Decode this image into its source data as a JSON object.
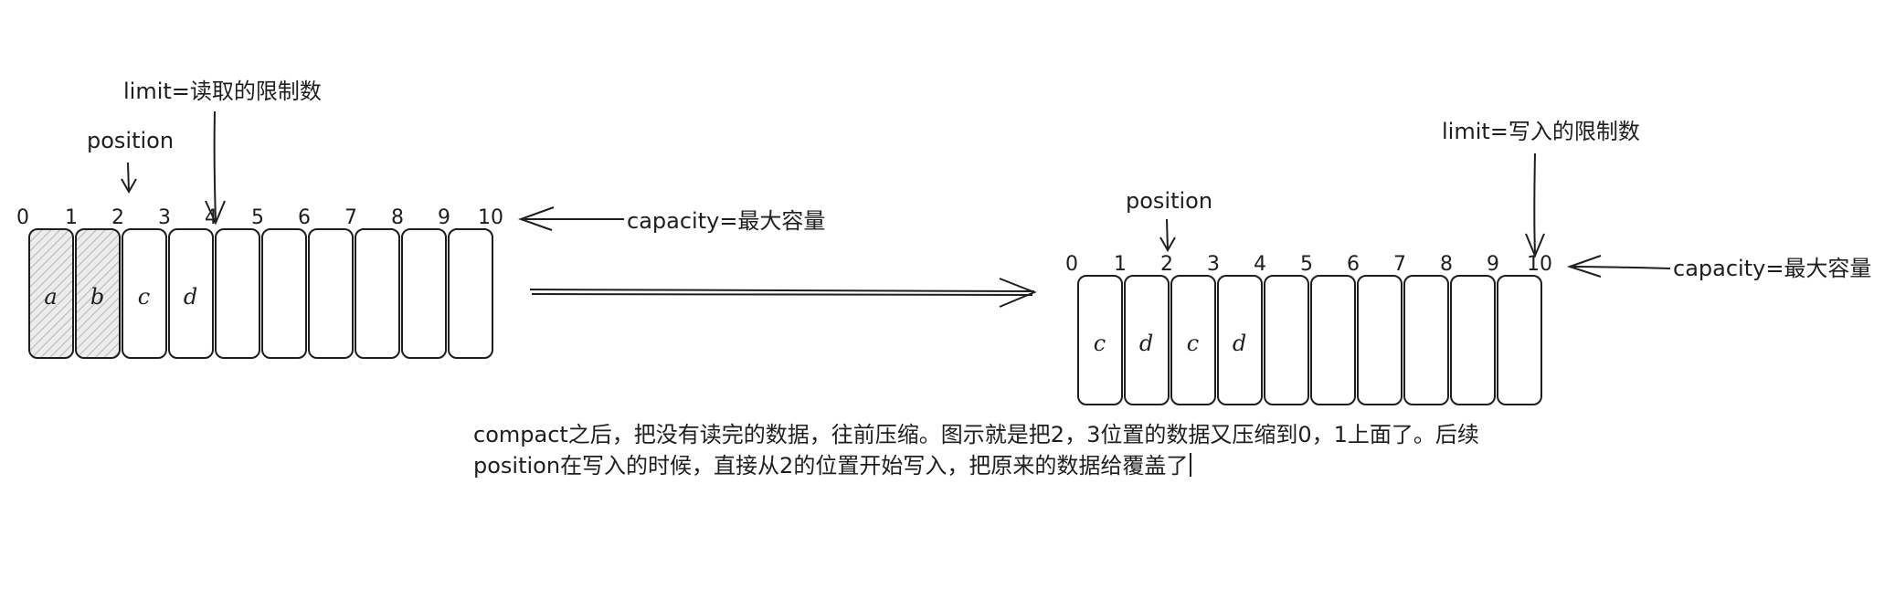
{
  "left_buffer": {
    "indices": [
      "0",
      "1",
      "2",
      "3",
      "4",
      "5",
      "6",
      "7",
      "8",
      "9",
      "10"
    ],
    "cells": [
      "a",
      "b",
      "c",
      "d",
      "",
      "",
      "",
      "",
      "",
      ""
    ],
    "limit_label": "limit=读取的限制数",
    "position_label": "position",
    "capacity_label": "capacity=最大容量"
  },
  "right_buffer": {
    "indices": [
      "0",
      "1",
      "2",
      "3",
      "4",
      "5",
      "6",
      "7",
      "8",
      "9",
      "10"
    ],
    "cells": [
      "c",
      "d",
      "c",
      "d",
      "",
      "",
      "",
      "",
      "",
      ""
    ],
    "limit_label": "limit=写入的限制数",
    "position_label": "position",
    "capacity_label": "capacity=最大容量"
  },
  "note": {
    "line1": "compact之后，把没有读完的数据，往前压缩。图示就是把2，3位置的数据又压缩到0，1上面了。后续",
    "line2": "position在写入的时候，直接从2的位置开始写入，把原来的数据给覆盖了"
  },
  "colors": {
    "stroke": "#1e1e1e",
    "consumed_hatch": "#b5b5b5",
    "consumed_bg": "#ececec"
  }
}
